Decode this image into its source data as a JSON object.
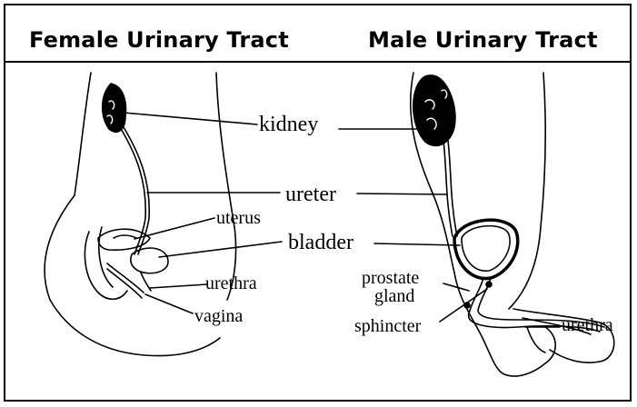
{
  "titles": {
    "female": "Female Urinary Tract",
    "male": "Male Urinary Tract"
  },
  "labels": {
    "kidney": "kidney",
    "ureter": "ureter",
    "bladder": "bladder",
    "uterus": "uterus",
    "urethra_female": "urethra",
    "vagina": "vagina",
    "prostate_line1": "prostate",
    "prostate_line2": "gland",
    "sphincter": "sphincter",
    "urethra_male": "urethra"
  }
}
